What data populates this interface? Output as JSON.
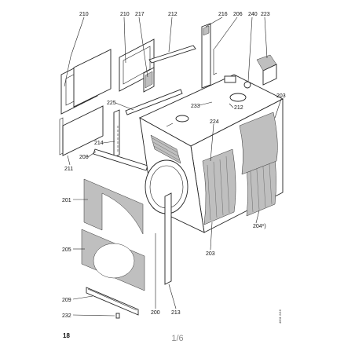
{
  "diagram": {
    "callouts": {
      "c210_left": "210",
      "c210_mid": "210",
      "c217": "217",
      "c212_top": "212",
      "c216": "216",
      "c206": "206",
      "c240": "240",
      "c223": "223",
      "c225": "225",
      "c233": "233",
      "c212_mid": "212",
      "c203_top": "203",
      "c224": "224",
      "c214": "214",
      "c208": "208",
      "c211": "211",
      "c201": "201",
      "c205": "205",
      "c209": "209",
      "c232": "232",
      "c200": "200",
      "c213": "213",
      "c203_bot": "203",
      "c204": "204*)"
    },
    "page_number": "18",
    "doc_code": "4601 2/16"
  },
  "viewer": {
    "page_indicator": "1/6"
  }
}
